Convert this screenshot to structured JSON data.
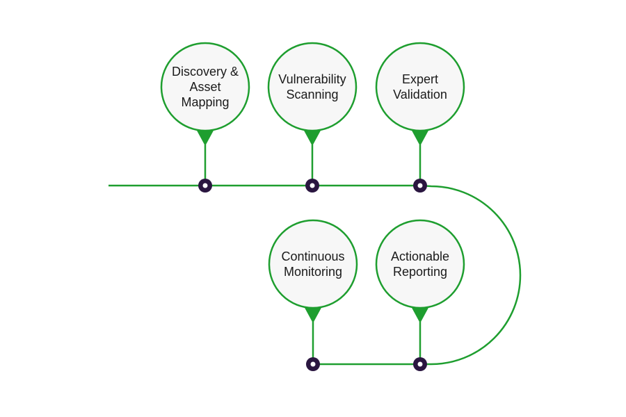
{
  "colors": {
    "line": "#1e9e2f",
    "node_fill": "#f7f7f7",
    "dot": "#2a1640",
    "dot_center": "#ffffff",
    "text": "#1a1a1a"
  },
  "steps": [
    {
      "id": "discovery",
      "lines": [
        "Discovery &",
        "Asset",
        "Mapping"
      ]
    },
    {
      "id": "scanning",
      "lines": [
        "Vulnerability",
        "Scanning"
      ]
    },
    {
      "id": "validation",
      "lines": [
        "Expert",
        "Validation"
      ]
    },
    {
      "id": "reporting",
      "lines": [
        "Actionable",
        "Reporting"
      ]
    },
    {
      "id": "monitoring",
      "lines": [
        "Continuous",
        "Monitoring"
      ]
    }
  ]
}
